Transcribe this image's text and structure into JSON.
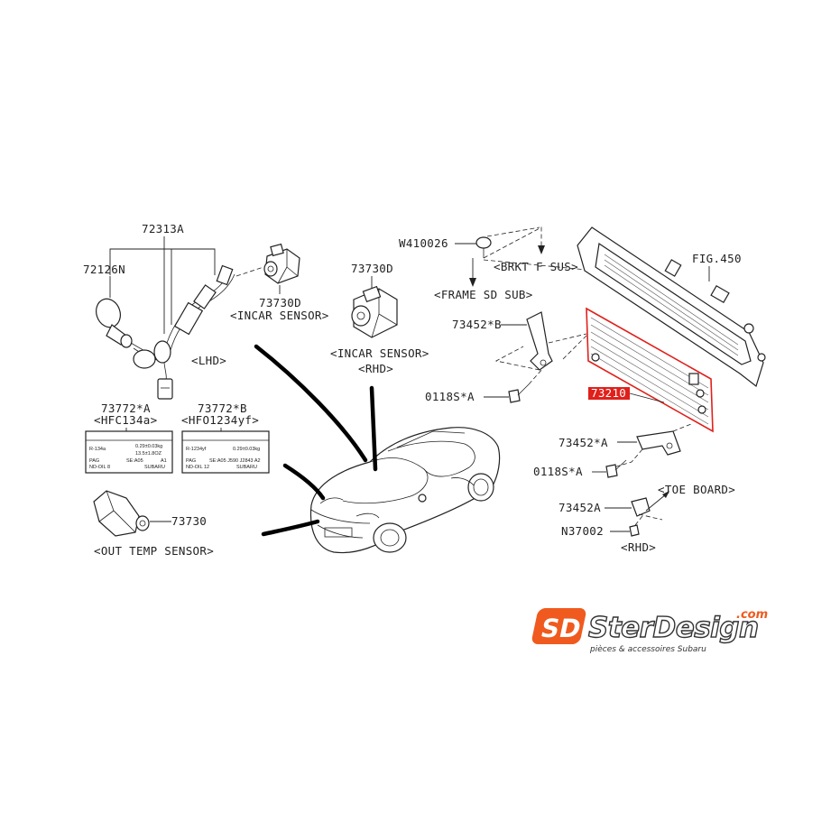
{
  "diagram": {
    "labels": {
      "p72313a": "72313A",
      "p72126n": "72126N",
      "p73730d_left": "73730D",
      "incar_sensor_left": "<INCAR SENSOR>",
      "lhd": "<LHD>",
      "p73730d_mid": "73730D",
      "incar_sensor_mid": "<INCAR SENSOR>",
      "rhd_mid": "<RHD>",
      "w410026": "W410026",
      "brkt_f_sus": "<BRKT F SUS>",
      "frame_sd_sub": "<FRAME SD SUB>",
      "fig450": "FIG.450",
      "p73452b": "73452*B",
      "p0118sa_top": "0118S*A",
      "p73210": "73210",
      "p73452a_star": "73452*A",
      "p0118sa_bottom": "0118S*A",
      "p73452a": "73452A",
      "toe_board": "<TOE BOARD>",
      "n37002": "N37002",
      "rhd_bottom": "<RHD>",
      "p73772a": "73772*A",
      "hfc134a": "<HFC134a>",
      "p73772b": "73772*B",
      "hfo1234yf": "<HFO1234yf>",
      "p73730": "73730",
      "out_temp_sensor": "<OUT TEMP SENSOR>"
    },
    "label_a": {
      "r1": "R-134a",
      "r1v": "0.29±0.03kg",
      "r1v2": "13.5±1.8OZ",
      "r2": "PAG",
      "r2c": "SE:A05",
      "r2v": "A1",
      "r3": "ND-OIL 8",
      "brand": "SUBARU"
    },
    "label_b": {
      "r1": "R-1234yf",
      "r1v": "0.29±0.03kg",
      "r2": "PAG",
      "r2c": "SE:A05 J590 J2843 A2",
      "r3": "ND-OIL 12",
      "brand": "SUBARU"
    },
    "highlight_color": "#e0201b",
    "logo": {
      "badge": "SD",
      "name": "SterDesign",
      "tld": ".com",
      "tagline": "pièces & accessoires Subaru",
      "accent": "#f05a1e"
    }
  }
}
